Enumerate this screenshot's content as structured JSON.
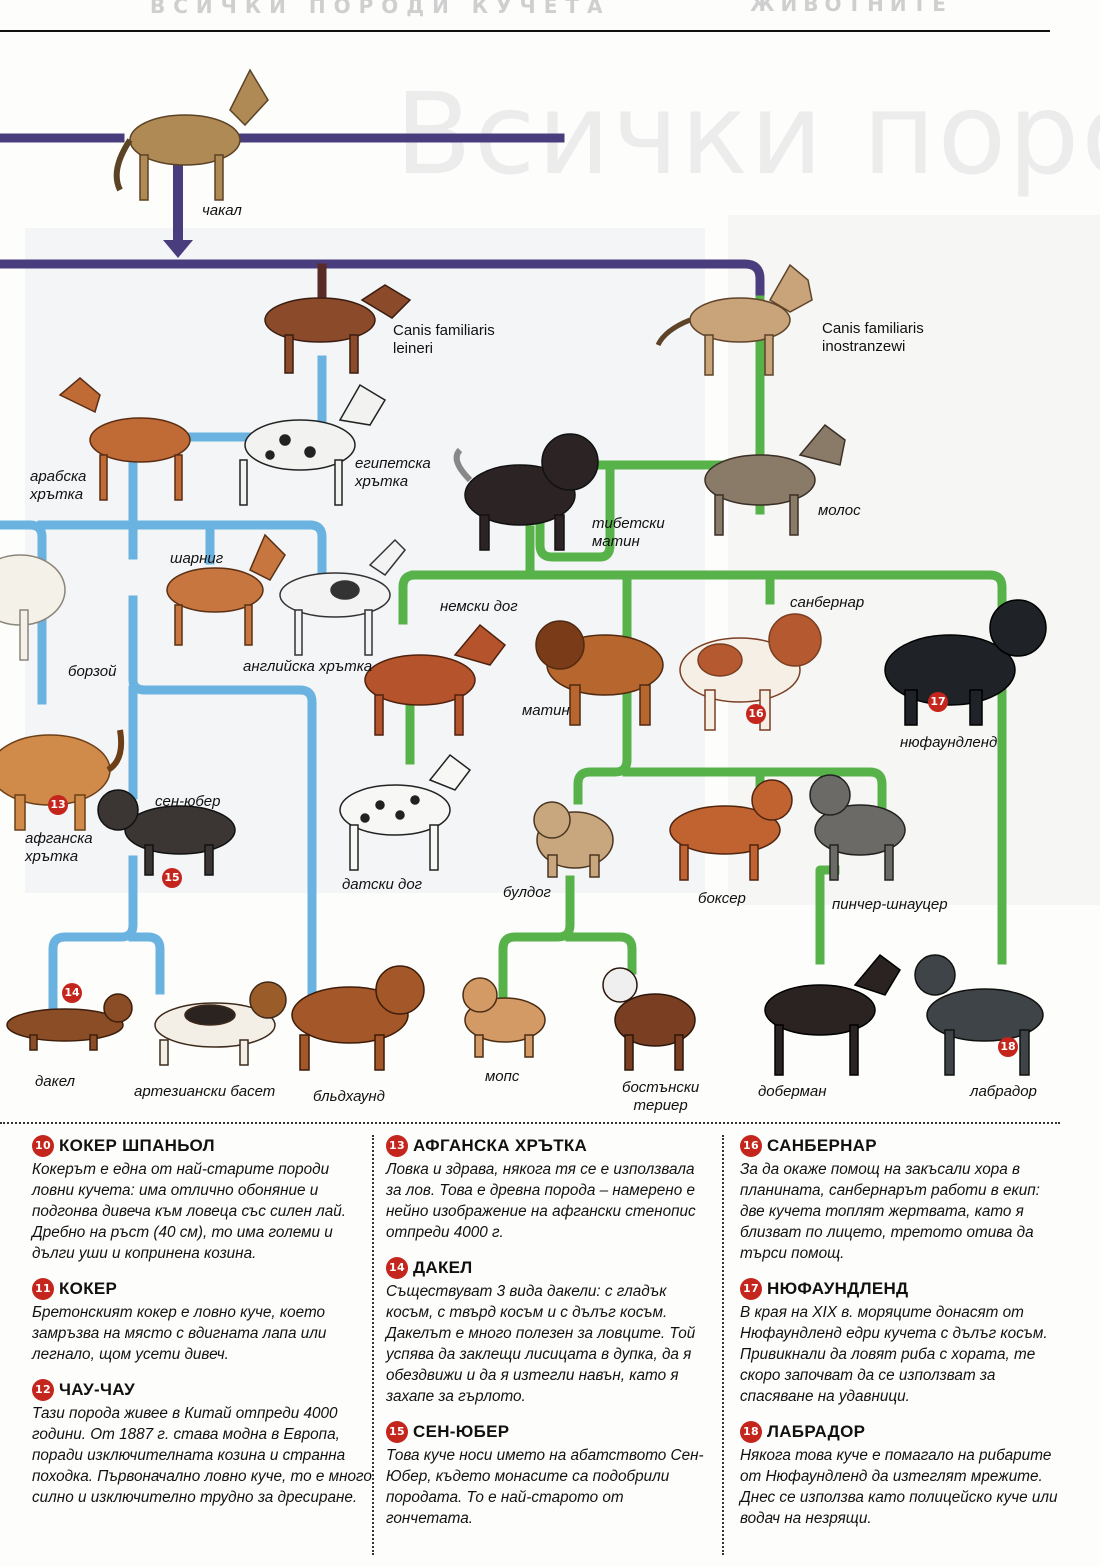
{
  "header": {
    "section_ghost": "ВСИЧКИ ПОРОДИ КУЧЕТА",
    "corner_ghost": "ЖИВОТНИТЕ",
    "title_ghost": "Всички породи кучета"
  },
  "tree": {
    "labels": {
      "jackal": "чакал",
      "leineri": "Canis familiaris\nleineri",
      "inostranzewi": "Canis familiaris\ninostranzewi",
      "arabian": "арабска\nхрътка",
      "egyptian": "египетска\nхрътка",
      "tibetan": "тибетски\nматин",
      "molossus": "молос",
      "sharnig": "шарниг",
      "borzoi": "борзой",
      "english": "английска хрътка",
      "german": "немски дог",
      "mastiff": "матин",
      "stbernard": "санбернар",
      "newfoundland": "нюфаундленд",
      "afghan": "афганска\nхрътка",
      "sthubert": "сен-юбер",
      "dalmatian": "датски дог",
      "bulldog": "булдог",
      "boxer": "боксер",
      "pinscher": "пинчер-шнауцер",
      "dachshund": "дакел",
      "basset": "артезиански басет",
      "bloodhound": "бльдхаунд",
      "pug": "мопс",
      "boston": "бостънски\nтериер",
      "doberman": "доберман",
      "labrador": "лабрадор"
    },
    "badges": {
      "b13": "13",
      "b14": "14",
      "b15": "15",
      "b16": "16",
      "b17": "17",
      "b18": "18"
    },
    "colors": {
      "purple": "#4a3d7d",
      "blue": "#6ab2e0",
      "green": "#58b24a",
      "dark": "#5a2b26"
    }
  },
  "entries": [
    {
      "num": "10",
      "title": "КОКЕР ШПАНЬОЛ",
      "text": "Кокерът е една от най-старите породи ловни кучета: има отлично обоняние и подгонва дивеча към ловеца със силен лай. Дребно на ръст (40 см), то има големи и дълги уши и копринена козина."
    },
    {
      "num": "11",
      "title": "КОКЕР",
      "text": "Бретонският кокер е ловно куче, което замръзва на място с вдигната лапа или легнало, щом усети дивеч."
    },
    {
      "num": "12",
      "title": "ЧАУ-ЧАУ",
      "text": "Тази порода живее в Китай отпреди 4000 години. От 1887 г. става модна в Европа, поради изключителната козина и странна походка. Първоначално ловно куче, то е много силно и изключително трудно за дресиране."
    },
    {
      "num": "13",
      "title": "АФГАНСКА ХРЪТКА",
      "text": "Ловка и здрава, някога тя се е използвала за лов. Това е древна порода – намерено е нейно изображение на афгански стенопис отпреди 4000 г."
    },
    {
      "num": "14",
      "title": "ДАКЕЛ",
      "text": "Съществуват 3 вида дакели: с гладък косъм, с твърд косъм и с дълъг косъм. Дакелът е много полезен за ловците. Той успява да заклещи лисицата в дупка, да я обездвижи и да я изтегли навън, като я захапе за гърлото."
    },
    {
      "num": "15",
      "title": "СЕН-ЮБЕР",
      "text": "Това куче носи името на абатството Сен-Юбер, където монасите са подобрили породата. То е най-старото от гончетата."
    },
    {
      "num": "16",
      "title": "САНБЕРНАР",
      "text": "За да окаже помощ на закъсали хора в планината, санбернарът работи в екип: две кучета топлят жертвата, като я близват по лицето, третото отива да търси помощ."
    },
    {
      "num": "17",
      "title": "НЮФАУНДЛЕНД",
      "text": "В края на XIX в. моряците донасят от Нюфаундленд едри кучета с дълъг косъм. Привикнали да ловят риба с хората, те скоро започват да се използват за спасяване на удавници."
    },
    {
      "num": "18",
      "title": "ЛАБРАДОР",
      "text": "Някога това куче е помагало на рибарите от Нюфаундленд да изтеглят мрежите. Днес се използва като полицейско куче или водач на незрящи."
    }
  ]
}
